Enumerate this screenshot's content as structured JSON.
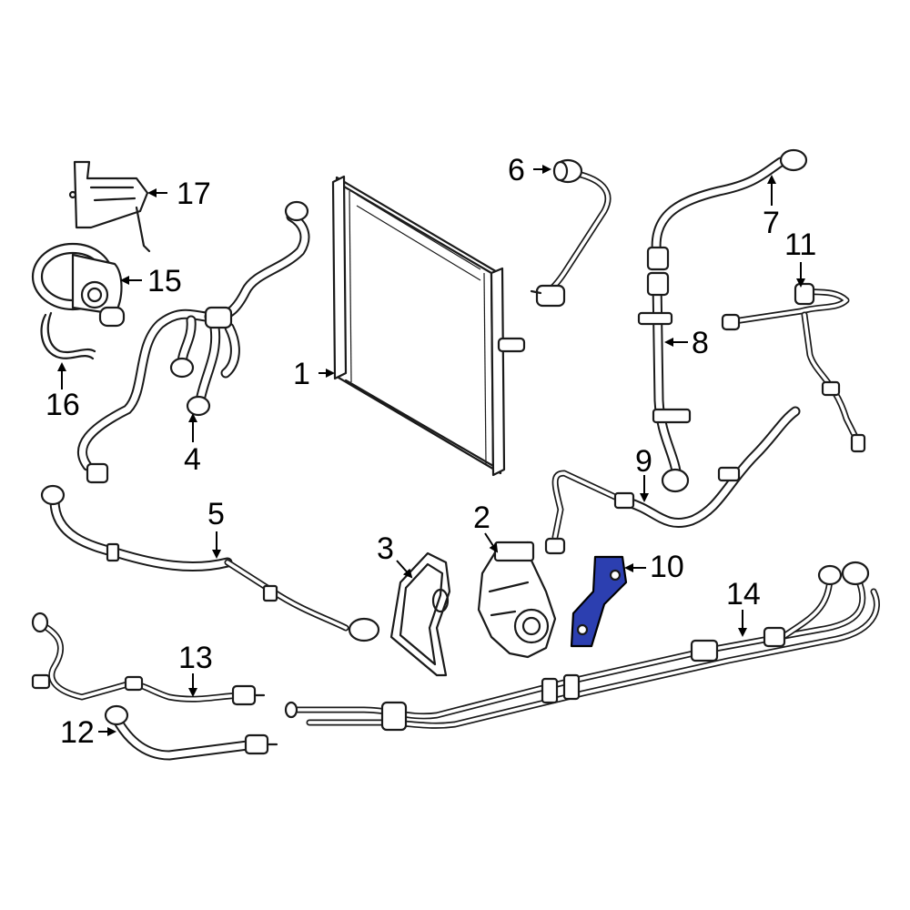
{
  "highlight_color": "#2c3fb0",
  "callouts": {
    "c1": "1",
    "c2": "2",
    "c3": "3",
    "c4": "4",
    "c5": "5",
    "c6": "6",
    "c7": "7",
    "c8": "8",
    "c9": "9",
    "c10": "10",
    "c11": "11",
    "c12": "12",
    "c13": "13",
    "c14": "14",
    "c15": "15",
    "c16": "16",
    "c17": "17"
  }
}
